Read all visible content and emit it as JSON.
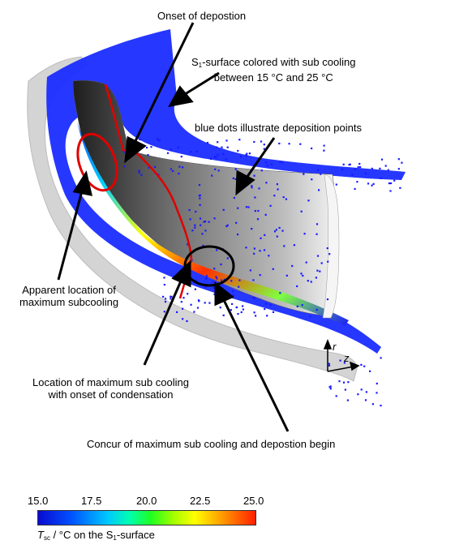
{
  "annotations": {
    "onset": "Onset of depostion",
    "s1_line1": "-surface colored with sub cooling",
    "s1_line2": "between 15 °C and 25 °C",
    "dots": "blue dots illustrate deposition points",
    "apparent_line1": "Apparent location of",
    "apparent_line2": "maximum subcooling",
    "location_line1": "Location of maximum sub cooling",
    "location_line2": "with onset of condensation",
    "concur": "Concur of maximum sub cooling and depostion begin"
  },
  "axes": {
    "r": "r",
    "z": "z"
  },
  "colorbar": {
    "ticks": [
      "15.0",
      "17.5",
      "20.0",
      "22.5",
      "25.0"
    ],
    "min": 15.0,
    "max": 25.0,
    "caption_rest": " / °C on the S",
    "caption_tail": "-surface"
  },
  "colors": {
    "deposition": "#1a1aff",
    "red_marker": "#e00000"
  }
}
